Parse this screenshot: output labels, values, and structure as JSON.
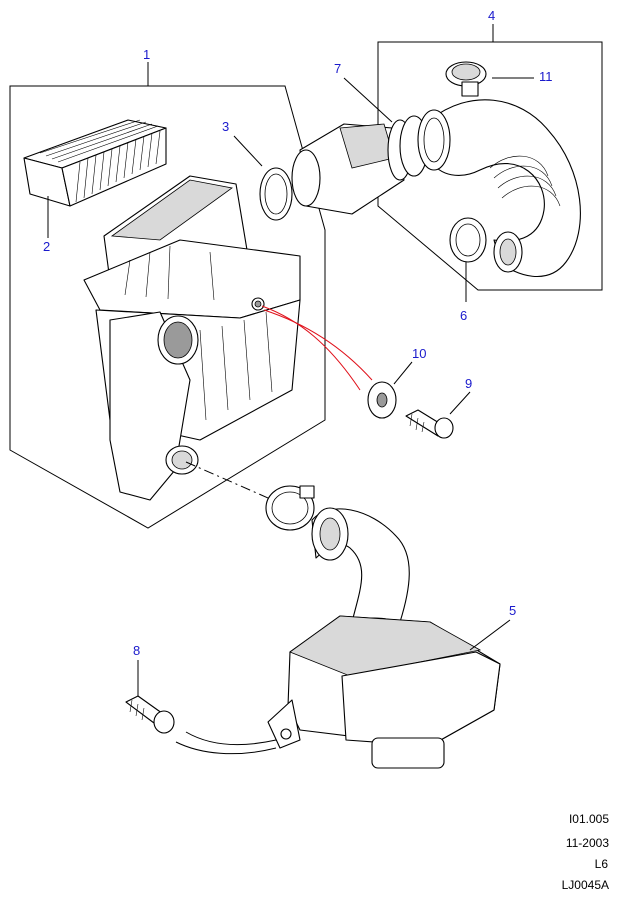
{
  "callouts": {
    "c1": "1",
    "c2": "2",
    "c3": "3",
    "c4": "4",
    "c5": "5",
    "c6": "6",
    "c7": "7",
    "c8": "8",
    "c9": "9",
    "c10": "10",
    "c11": "11"
  },
  "meta": {
    "code": "I01.005",
    "date": "11-2003",
    "variant": "L6",
    "ref": "LJ0045A"
  },
  "colors": {
    "callout": "#1a1acc",
    "leader": "#000000",
    "highlight": "#e0101a"
  }
}
